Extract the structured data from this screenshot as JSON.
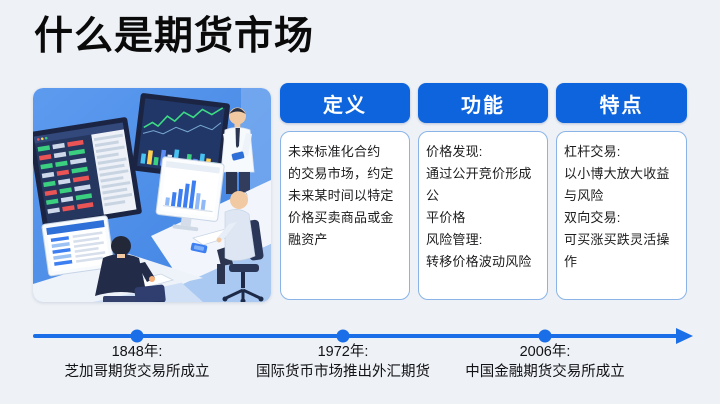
{
  "slide": {
    "title": "什么是期货市场"
  },
  "columns": [
    {
      "header": "定义",
      "lines": [
        "未来标准化合约",
        "的交易市场，约定",
        "未来某时间以特定",
        "价格买卖商品或金",
        "融资产"
      ]
    },
    {
      "header": "功能",
      "lines": [
        "价格发现:",
        "通过公开竞价形成公",
        "平价格",
        "风险管理:",
        "转移价格波动风险"
      ]
    },
    {
      "header": "特点",
      "lines": [
        "杠杆交易:",
        "以小博大放大收益",
        "与风险",
        "双向交易:",
        "可买涨买跌灵活操作"
      ]
    }
  ],
  "timeline": {
    "events": [
      {
        "year": "1848年:",
        "label": "芝加哥期货交易所成立"
      },
      {
        "year": "1972年:",
        "label": "国际货币市场推出外汇期货"
      },
      {
        "year": "2006年:",
        "label": "中国金融期货交易所成立"
      }
    ]
  },
  "colors": {
    "accent_blue": "#0e64dd",
    "timeline_blue": "#1a6fe8",
    "card_border": "#8ab4e8",
    "slide_background": "#eef1f5",
    "illustration_background": "#4a8ce9",
    "title_color": "#0a0a0b"
  }
}
